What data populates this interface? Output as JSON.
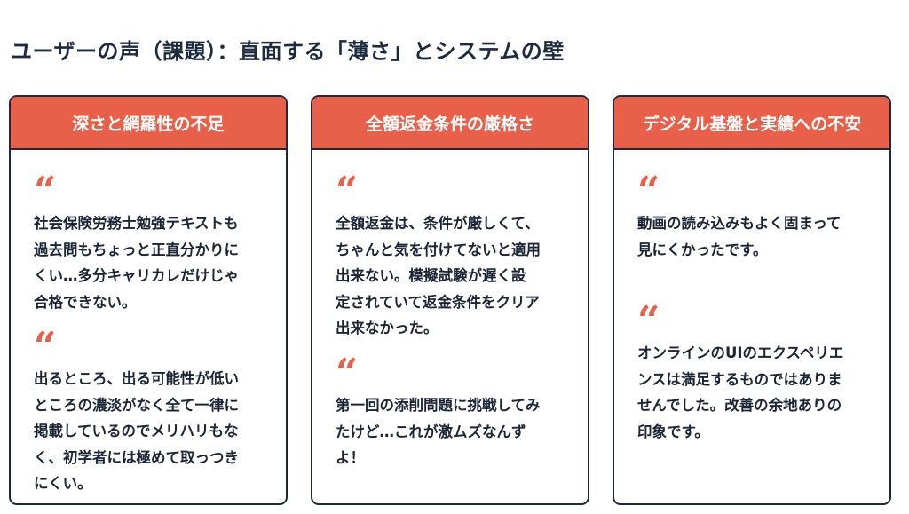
{
  "title": "ユーザーの声（課題）：直面する「薄さ」とシステムの壁",
  "accent_color": "#e8604a",
  "cards": [
    {
      "heading": "深さと網羅性の不足",
      "quotes": [
        {
          "lines": [
            "社会保険労務士勉強テキストも",
            "過去問もちょっと正直分かりに",
            "くい…多分キャリカレだけじゃ",
            "合格できない。"
          ]
        },
        {
          "lines": [
            "出るところ、出る可能性が低い",
            "ところの濃淡がなく全て一律に",
            "掲載しているのでメリハリもな",
            "く、初学者には極めて取っつき",
            "にくい。"
          ]
        }
      ]
    },
    {
      "heading": "全額返金条件の厳格さ",
      "quotes": [
        {
          "lines": [
            "全額返金は、条件が厳しくて、",
            "ちゃんと気を付けてないと適用",
            "出来ない。模擬試験が遅く設",
            "定されていて返金条件をクリア",
            "出来なかった。"
          ]
        },
        {
          "lines": [
            "第一回の添削問題に挑戦してみ",
            "たけど…これが激ムズなんず",
            "よ！"
          ]
        }
      ]
    },
    {
      "heading": "デジタル基盤と実績への不安",
      "quotes": [
        {
          "lines": [
            "動画の読み込みもよく固まって",
            "見にくかったです。"
          ]
        },
        {
          "lines": [
            "オンラインのUIのエクスペリエ",
            "ンスは満足するものではありま",
            "せんでした。改善の余地ありの",
            "印象です。"
          ]
        }
      ]
    }
  ]
}
